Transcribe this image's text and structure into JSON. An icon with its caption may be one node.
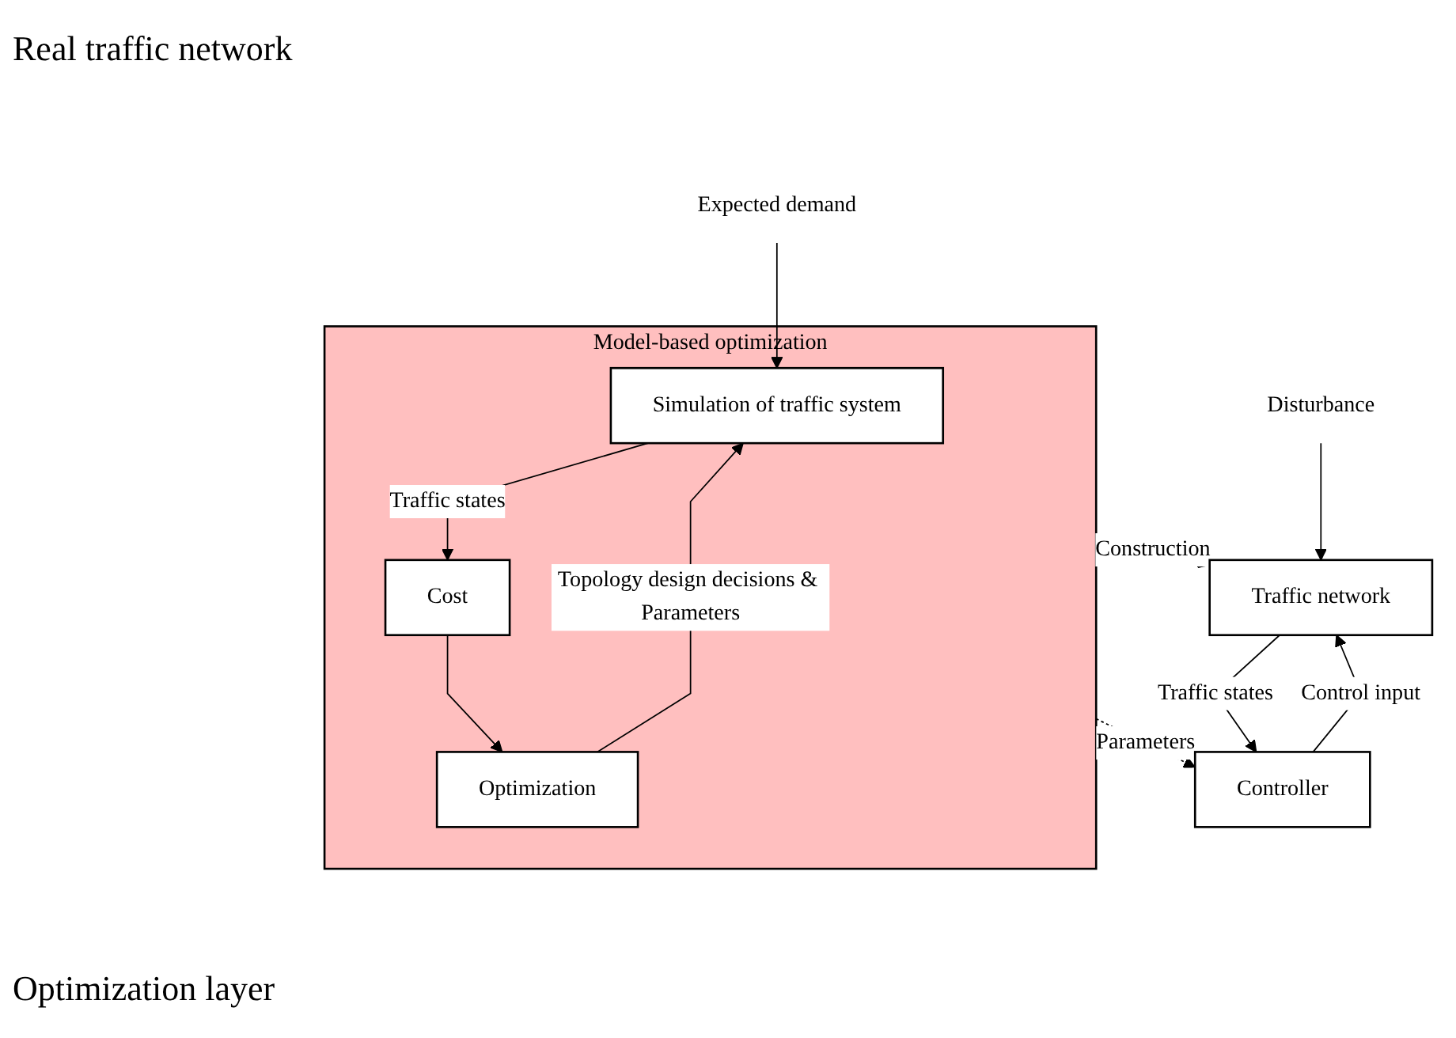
{
  "diagram": {
    "nodes": [
      {
        "text": [
          "Traffic network"
        ]
      },
      {
        "text": [
          "Controller"
        ]
      },
      {
        "text": [
          "Model-based optimization"
        ]
      },
      {
        "text": [
          "Simulation of traffic system"
        ],
        "in": 2
      },
      {
        "text": [
          "Cost"
        ],
        "in": 2
      },
      {
        "text": [
          "Optimization"
        ],
        "in": 2
      },
      {
        "text": [
          "Disturbance"
        ]
      },
      {
        "text": [
          "Expected demand"
        ]
      }
    ],
    "edges": [
      {
        "from": 6,
        "to": 0,
        "arrow": "to"
      },
      {
        "from": 0,
        "to": 1,
        "arrow": "to",
        "label": "Traffic states"
      },
      {
        "from": 1,
        "to": 0,
        "arrow": "to",
        "label": "Control input"
      },
      {
        "from": 2,
        "to": 0,
        "arrow": "to",
        "label": "Construction",
        "style": "dashed"
      },
      {
        "from": 2,
        "to": 1,
        "arrow": "to",
        "label": "Parameters",
        "style": "dashed"
      },
      {
        "from": 7,
        "to": 3,
        "arrow": "to"
      },
      {
        "from": 3,
        "to": 4,
        "arrow": "to",
        "label": "Traffic states"
      },
      {
        "from": 4,
        "to": 5,
        "arrow": "to"
      },
      {
        "from": 5,
        "to": 3,
        "arrow": "to",
        "label": "Topology design decisions & Parameters"
      }
    ],
    "labels": [
      "Real traffic network",
      "Optimization layer"
    ]
  }
}
